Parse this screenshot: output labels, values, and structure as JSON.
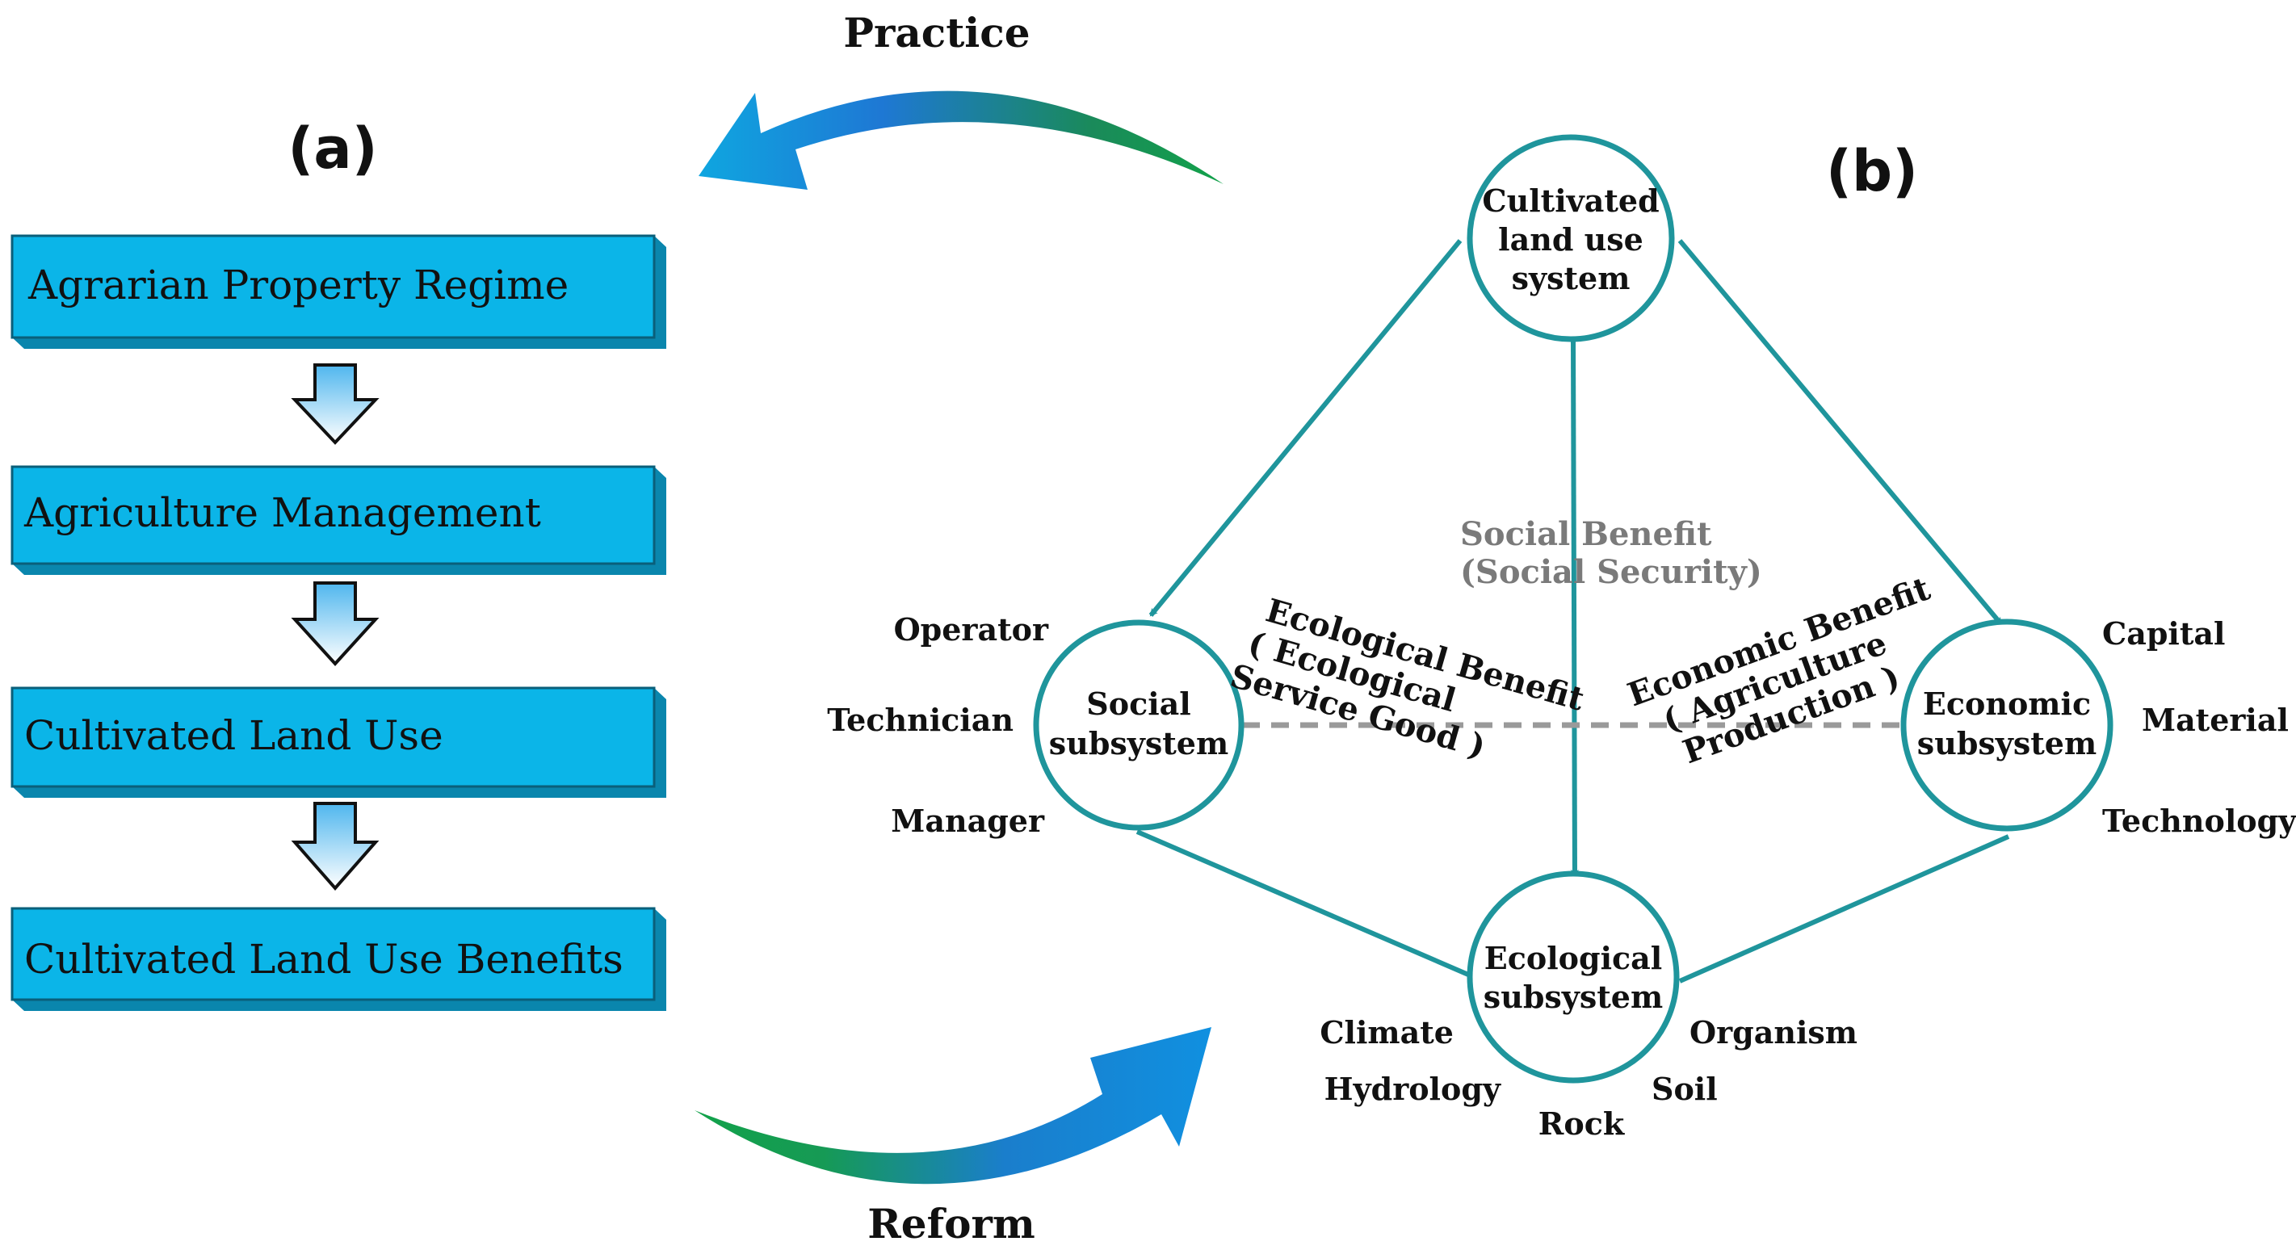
{
  "panel_a": {
    "label": "(a)",
    "boxes": [
      "Agrarian Property Regime",
      "Agriculture Management",
      "Cultivated Land Use",
      "Cultivated Land Use Benefits"
    ]
  },
  "panel_b": {
    "label": "(b)",
    "nodes": {
      "top": [
        "Cultivated",
        "land use",
        "system"
      ],
      "social": [
        "Social",
        "subsystem"
      ],
      "economic": [
        "Economic",
        "subsystem"
      ],
      "ecological": [
        "Ecological",
        "subsystem"
      ]
    },
    "social_items": [
      "Operator",
      "Technician",
      "Manager"
    ],
    "economic_items": [
      "Capital",
      "Material",
      "Technology"
    ],
    "ecological_items": [
      "Climate",
      "Organism",
      "Hydrology",
      "Soil",
      "Rock"
    ],
    "benefits": {
      "social": [
        "Social Benefit",
        "(Social Security)"
      ],
      "ecological": [
        "Ecological Benefit",
        "( Ecological",
        "Service Good )"
      ],
      "economic": [
        "Economic Benefit",
        "( Agriculture",
        "Production )"
      ]
    }
  },
  "cycle": {
    "top": "Practice",
    "bottom": "Reform"
  },
  "colors": {
    "box_fill": "#0bb5e8",
    "box_side": "#0a86ad",
    "teal": "#1f959c",
    "dash": "#9a9a9a",
    "arrow_blue": "#1e7fd6",
    "arrow_green": "#1a9a3c"
  }
}
